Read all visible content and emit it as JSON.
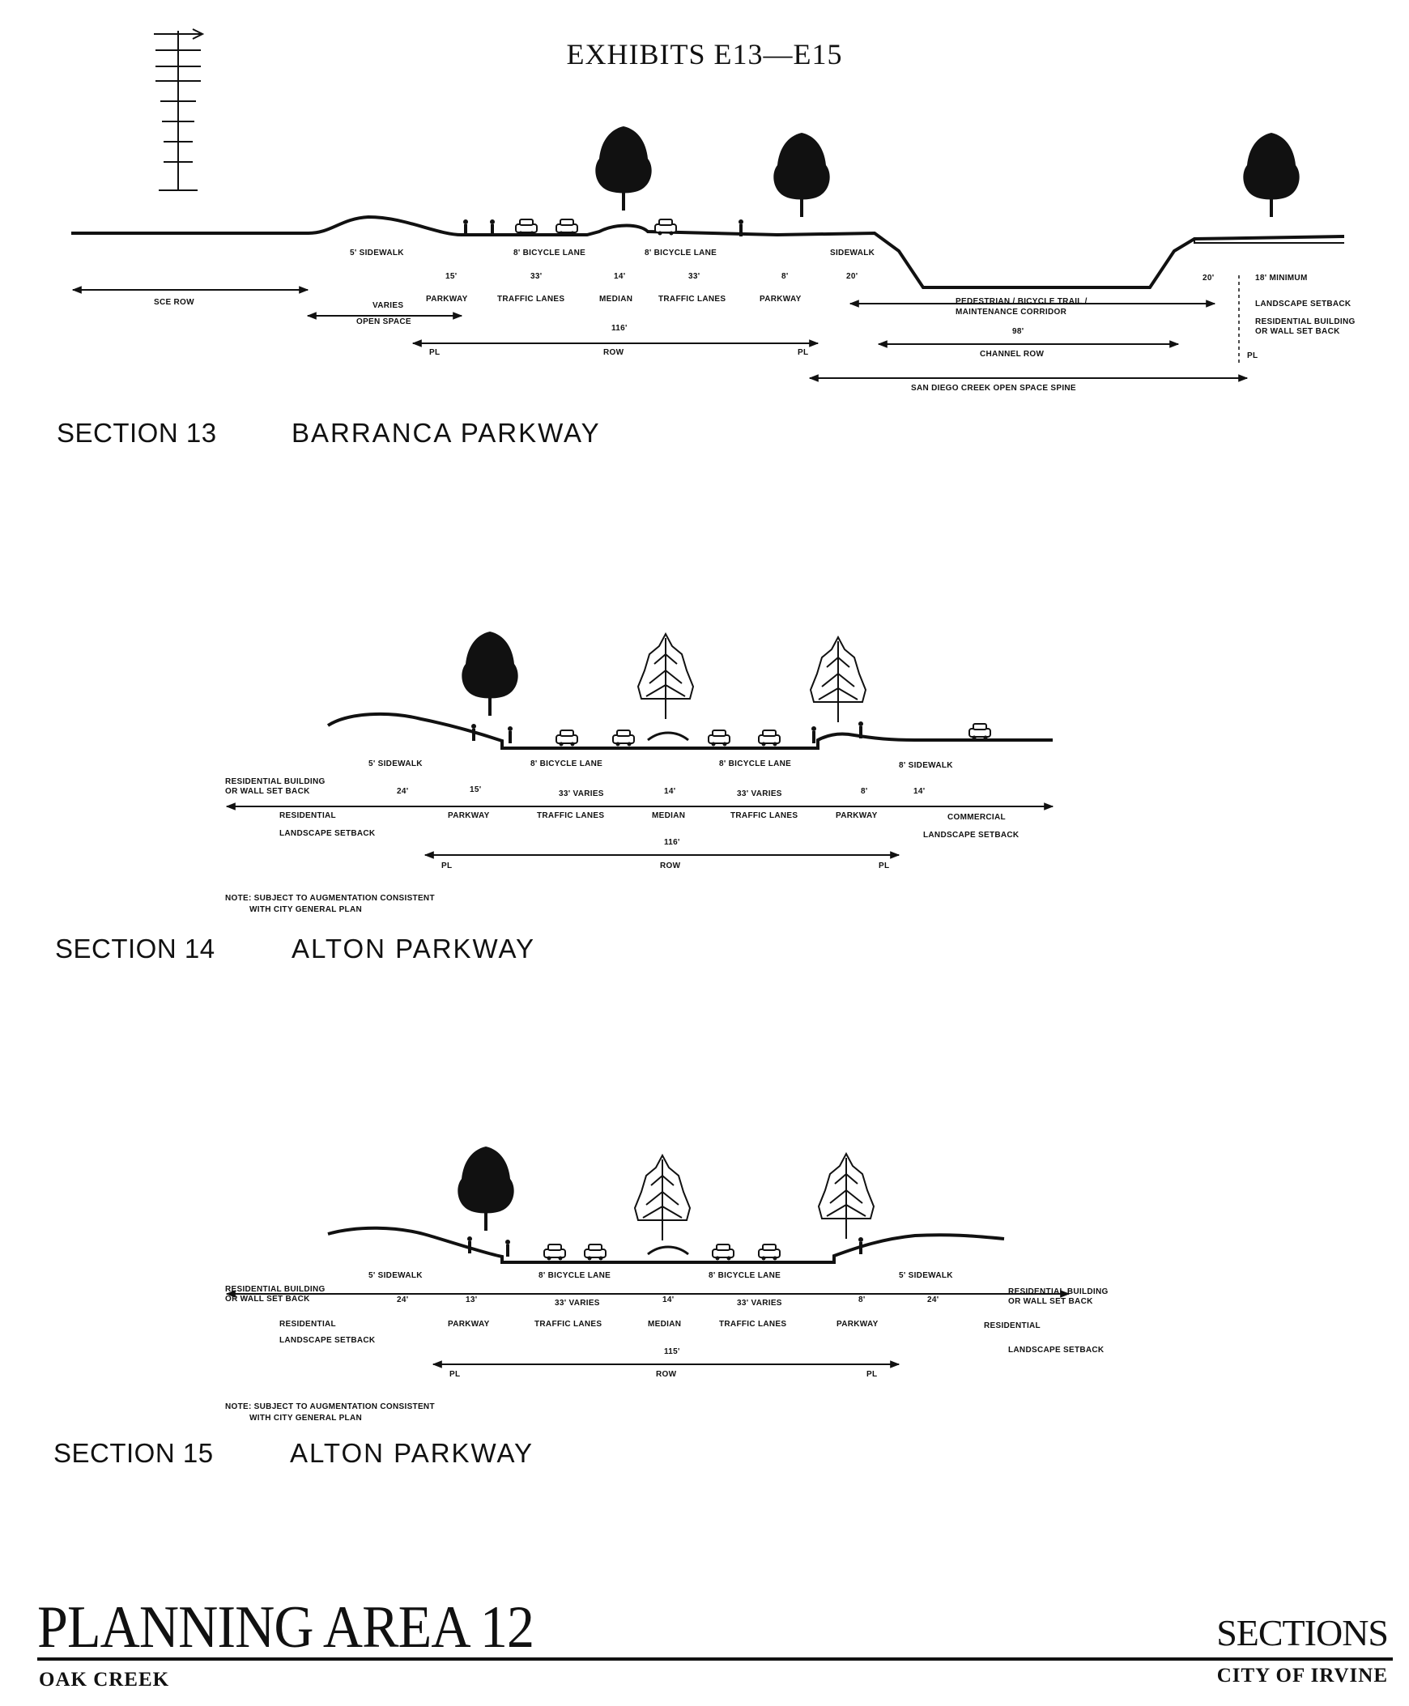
{
  "exhibit": {
    "title": "EXHIBITS E13—E15"
  },
  "sections": [
    {
      "number": "SECTION 13",
      "name": "BARRANCA PARKWAY",
      "labels": {
        "sidewalk_left": "5' SIDEWALK",
        "bike_left": "8' BICYCLE LANE",
        "bike_right": "8' BICYCLE LANE",
        "sidewalk_right": "SIDEWALK",
        "dim_parkway_l": "15'",
        "dim_lanes_l": "33'",
        "dim_median": "14'",
        "dim_lanes_r": "33'",
        "dim_parkway_r": "8'",
        "dim_20a": "20'",
        "dim_20b": "20'",
        "dim_min": "18' MINIMUM",
        "row_left": "SCE ROW",
        "parkway_l": "PARKWAY",
        "traffic_l": "TRAFFIC LANES",
        "median": "MEDIAN",
        "traffic_r": "TRAFFIC LANES",
        "parkway_r": "PARKWAY",
        "varies": "VARIES",
        "open_space": "OPEN SPACE",
        "dim_total": "116'",
        "pl_left": "PL",
        "row": "ROW",
        "pl_right": "PL",
        "trail": "PEDESTRIAN / BICYCLE TRAIL /",
        "trail2": "MAINTENANCE CORRIDOR",
        "dim_channel": "98'",
        "channel_row": "CHANNEL ROW",
        "landscape_setback": "LANDSCAPE SETBACK",
        "res_setback": "RESIDENTIAL BUILDING",
        "res_setback2": "OR WALL SET BACK",
        "pl_far": "PL",
        "spine": "SAN DIEGO CREEK OPEN SPACE SPINE"
      }
    },
    {
      "number": "SECTION 14",
      "name": "ALTON PARKWAY",
      "labels": {
        "sidewalk_left": "5' SIDEWALK",
        "bike_left": "8' BICYCLE LANE",
        "bike_right": "8' BICYCLE LANE",
        "sidewalk_right": "8' SIDEWALK",
        "res_bldg": "RESIDENTIAL BUILDING",
        "res_bldg2": "OR WALL SET BACK",
        "dim_24": "24'",
        "dim_15": "15'",
        "dim_lanes_l": "33' VARIES",
        "dim_median": "14'",
        "dim_lanes_r": "33' VARIES",
        "dim_parkway_r": "8'",
        "dim_14": "14'",
        "residential": "RESIDENTIAL",
        "parkway_l": "PARKWAY",
        "traffic_l": "TRAFFIC LANES",
        "median": "MEDIAN",
        "traffic_r": "TRAFFIC LANES",
        "parkway_r": "PARKWAY",
        "commercial": "COMMERCIAL",
        "ls_left": "LANDSCAPE SETBACK",
        "ls_right": "LANDSCAPE SETBACK",
        "dim_total": "116'",
        "pl_left": "PL",
        "row": "ROW",
        "pl_right": "PL",
        "note": "NOTE: SUBJECT TO AUGMENTATION CONSISTENT",
        "note2": "WITH CITY GENERAL PLAN"
      }
    },
    {
      "number": "SECTION 15",
      "name": "ALTON PARKWAY",
      "labels": {
        "sidewalk_left": "5' SIDEWALK",
        "bike_left": "8' BICYCLE LANE",
        "bike_right": "8' BICYCLE LANE",
        "sidewalk_right": "5' SIDEWALK",
        "res_bldg_l": "RESIDENTIAL BUILDING",
        "res_bldg_l2": "OR WALL SET BACK",
        "res_bldg_r": "RESIDENTIAL BUILDING",
        "res_bldg_r2": "OR WALL SET BACK",
        "dim_24l": "24'",
        "dim_13": "13'",
        "dim_lanes_l": "33' VARIES",
        "dim_median": "14'",
        "dim_lanes_r": "33' VARIES",
        "dim_8": "8'",
        "dim_24r": "24'",
        "residential_l": "RESIDENTIAL",
        "parkway_l": "PARKWAY",
        "traffic_l": "TRAFFIC LANES",
        "median": "MEDIAN",
        "traffic_r": "TRAFFIC LANES",
        "parkway_r": "PARKWAY",
        "residential_r": "RESIDENTIAL",
        "ls_left": "LANDSCAPE SETBACK",
        "ls_right": "LANDSCAPE SETBACK",
        "dim_total": "115'",
        "pl_left": "PL",
        "row": "ROW",
        "pl_right": "PL",
        "note": "NOTE: SUBJECT TO AUGMENTATION CONSISTENT",
        "note2": "WITH CITY GENERAL PLAN"
      }
    }
  ],
  "footer": {
    "title": "PLANNING AREA 12",
    "subtitle": "OAK CREEK",
    "right_title": "SECTIONS",
    "right_subtitle": "CITY OF IRVINE"
  }
}
